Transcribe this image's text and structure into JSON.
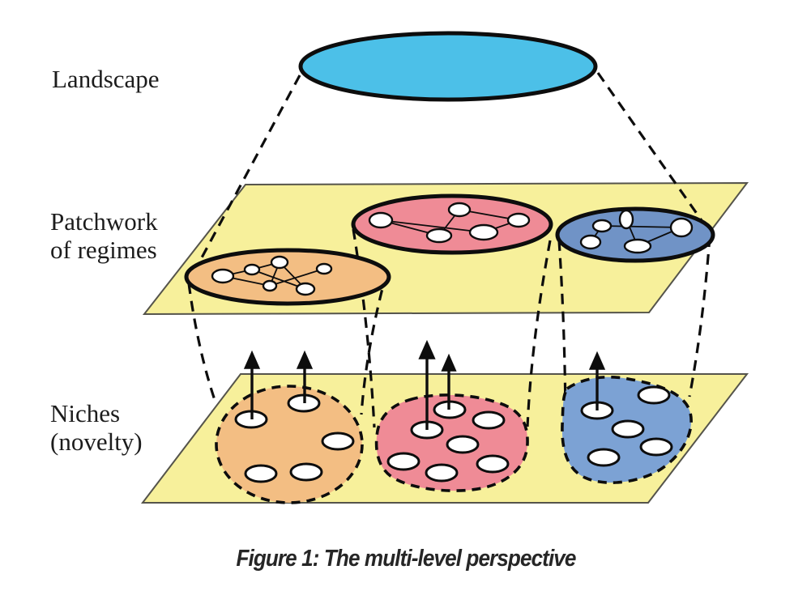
{
  "figure": {
    "caption": "Figure 1: The multi-level perspective",
    "labels": {
      "landscape": "Landscape",
      "patchwork_line1": "Patchwork",
      "patchwork_line2": "of regimes",
      "niches_line1": "Niches",
      "niches_line2": "(novelty)"
    },
    "colors": {
      "landscape_fill": "#4cc0e8",
      "plane_fill": "#f7f09b",
      "plane_edge": "#55544b",
      "regime_orange": "#f3be83",
      "regime_pink": "#ef8b96",
      "regime_blue": "#7093c6",
      "niche_orange": "#f3be83",
      "niche_pink": "#ef8b96",
      "niche_blue": "#7ca2d4",
      "node_fill": "#ffffff",
      "outline": "#0d0d0d"
    }
  }
}
